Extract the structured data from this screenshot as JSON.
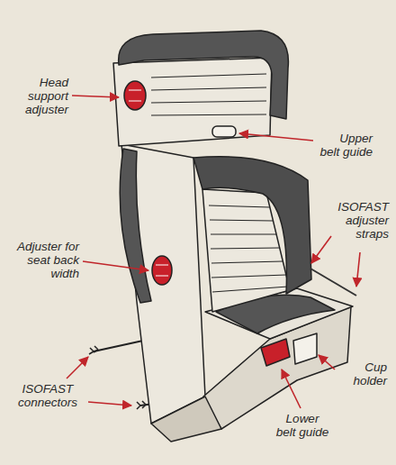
{
  "diagram": {
    "labels": [
      "Head support adjuster",
      "Upper belt guide",
      "ISOFAST adjuster straps",
      "Adjuster for seat back width",
      "Cup holder",
      "ISOFAST connectors",
      "Lower belt guide"
    ]
  }
}
